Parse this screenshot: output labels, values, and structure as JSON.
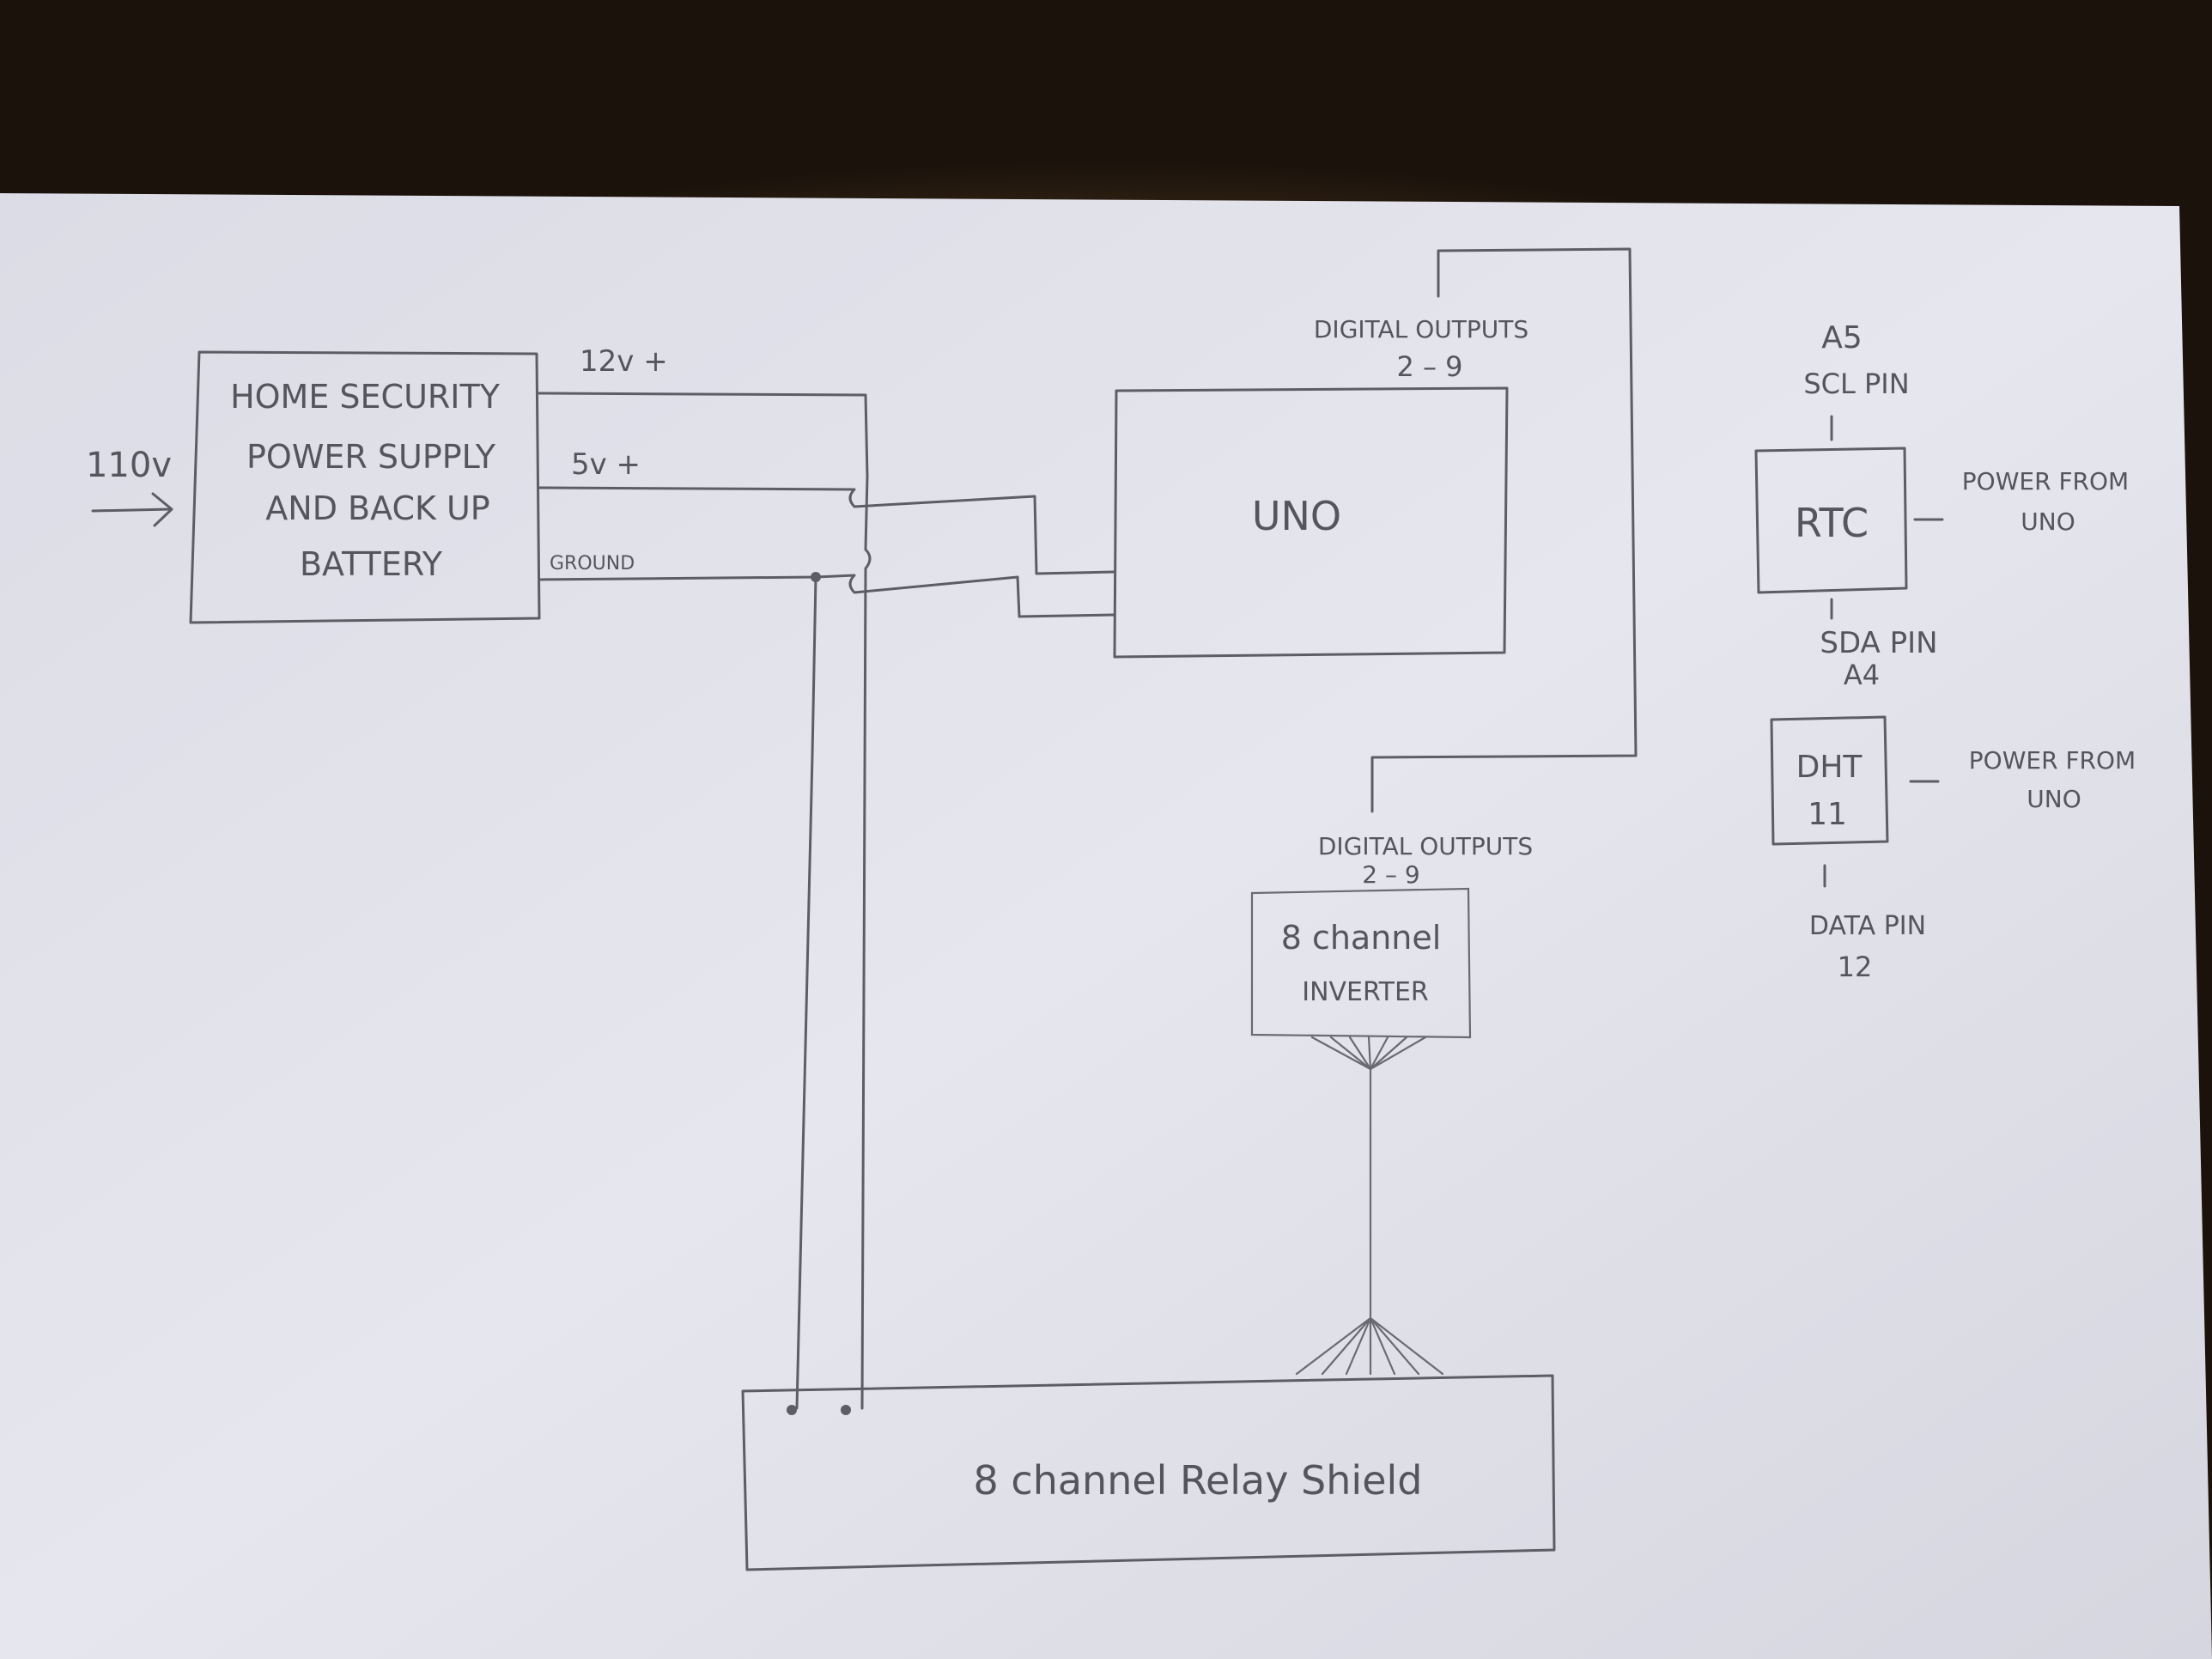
{
  "colors": {
    "paper": "#e4e4ec",
    "pencil": "#5d5d66",
    "table": "#6b4a2c",
    "background": "#1a120b"
  },
  "labels": {
    "input_voltage": "110v",
    "power_supply": [
      "HOME SECURITY",
      "POWER SUPPLY",
      "AND BACK UP",
      "BATTERY"
    ],
    "rail_12v": "12v +",
    "rail_5v": "5v +",
    "rail_ground": "GROUND",
    "uno": "UNO",
    "digital_outputs_top": "DIGITAL OUTPUTS",
    "digital_outputs_top_pins": "2 – 9",
    "digital_outputs_bottom": "DIGITAL OUTPUTS",
    "digital_outputs_bottom_pins": "2 – 9",
    "inverter": [
      "8 channel",
      "INVERTER"
    ],
    "relay": "8 channel Relay Shield",
    "rtc": "RTC",
    "rtc_a5": "A5",
    "rtc_scl": "SCL PIN",
    "rtc_sda": "SDA PIN",
    "rtc_a4": "A4",
    "rtc_power": [
      "POWER FROM",
      "UNO"
    ],
    "dht": [
      "DHT",
      "11"
    ],
    "dht_power": [
      "POWER FROM",
      "UNO"
    ],
    "dht_data": "DATA PIN",
    "dht_pin": "12"
  }
}
